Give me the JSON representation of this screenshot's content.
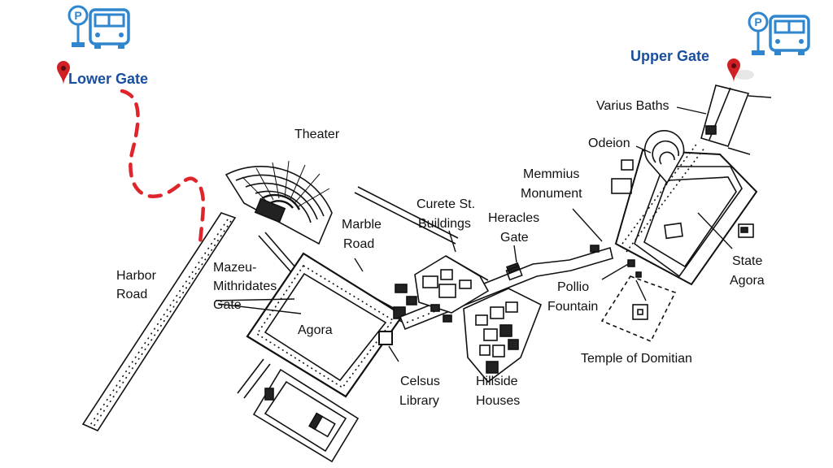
{
  "gates": {
    "lower": "Lower Gate",
    "upper": "Upper Gate"
  },
  "icons": {
    "parking": "P",
    "parking_icon": "parking-icon",
    "bus_icon": "bus-icon",
    "pin_icon": "map-pin-icon"
  },
  "colors": {
    "gate_text": "#1a4fa0",
    "icon_blue": "#2f86cf",
    "pin_red": "#d11f26",
    "path_red": "#e0242b",
    "line": "#111111"
  },
  "labels": {
    "theater": "Theater",
    "harbor_road_1": "Harbor",
    "harbor_road_2": "Road",
    "mazeu_1": "Mazeu-",
    "mazeu_2": "Mithridates",
    "mazeu_3": "Gate",
    "marble_1": "Marble",
    "marble_2": "Road",
    "agora": "Agora",
    "curete_1": "Curete St.",
    "curete_2": "Buildings",
    "heracles_1": "Heracles",
    "heracles_2": "Gate",
    "celsus_1": "Celsus",
    "celsus_2": "Library",
    "hillside_1": "Hillside",
    "hillside_2": "Houses",
    "memmius_1": "Memmius",
    "memmius_2": "Monument",
    "odeion": "Odeion",
    "varius": "Varius Baths",
    "pollio_1": "Pollio",
    "pollio_2": "Fountain",
    "state_1": "State",
    "state_2": "Agora",
    "domitian": "Temple of Domitian"
  }
}
